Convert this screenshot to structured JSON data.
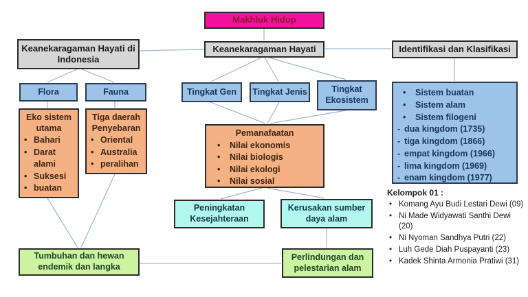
{
  "colors": {
    "magenta_fill": "#f2129b",
    "magenta_text": "#8b1a32",
    "gray_fill": "#d6d6d6",
    "blue_fill": "#9dc3e6",
    "blue_text": "#17375e",
    "orange_fill": "#f4b183",
    "cyan_fill": "#b2f7ee",
    "green_fill": "#cdf2a2",
    "connector_line": "#a3b2d2"
  },
  "nodes": {
    "makhluk_hidup": "Makhluk Hidup",
    "keanekaragaman_hayati": "Keanekaragaman Hayati",
    "keanekaragaman_indonesia": "Keanekaragaman Hayati di Indonesia",
    "identifikasi": "Identifikasi dan Klasifikasi",
    "flora": "Flora",
    "fauna": "Fauna",
    "tingkat_gen": "Tingkat Gen",
    "tingkat_jenis": "Tingkat Jenis",
    "tingkat_ekosistem": "Tingkat Ekosistem",
    "eko_sistem": {
      "title": "Eko sistem utama",
      "items": [
        "Bahari",
        "Darat alami",
        "Suksesi",
        "buatan"
      ]
    },
    "tiga_daerah": {
      "title": "Tiga daerah Penyebaran",
      "items": [
        "Oriental",
        "Australia",
        "peralihan"
      ]
    },
    "pemanafaatan": {
      "title": "Pemanafaatan",
      "items": [
        "Nilai ekonomis",
        "Nilai biologis",
        "Nilai ekologi",
        "Nilai sosial"
      ]
    },
    "peningkatan": "Peningkatan Kesejahteraan",
    "kerusakan": "Kerusakan sumber daya alam",
    "tumbuhan": "Tumbuhan dan hewan endemik dan langka",
    "perlindungan": "Perlindungan dan pelestarian alam",
    "sistem_klasifikasi": {
      "bullets": [
        "Sistem buatan",
        "Sistem alam",
        "Sistem filogeni"
      ],
      "dashes": [
        "dua kingdom (1735)",
        "tiga kingdom (1866)",
        "empat kingdom (1966)",
        "lima kingdom (1969)",
        "enam kingdom (1977)"
      ]
    }
  },
  "kelompok": {
    "title": "Kelompok 01 :",
    "members": [
      "Komang Ayu Budi Lestari Dewi (09)",
      "Ni Made Widyawati Santhi Dewi (20)",
      "Ni Nyoman Sandhya Putri (22)",
      "Luh Gede Diah Puspayanti (23)",
      "Kadek Shinta Armonia Pratiwi (31)"
    ]
  }
}
